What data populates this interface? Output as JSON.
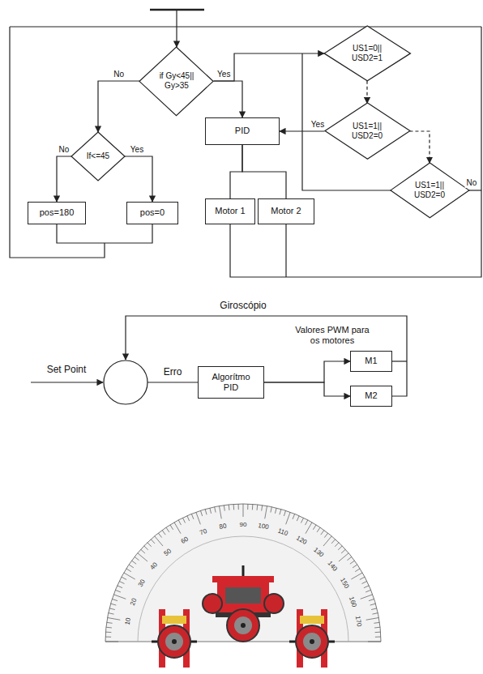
{
  "diagram": {
    "nodes": [
      {
        "text": [
          "if Gy<45|| Gy>35"
        ]
      },
      {
        "text": [
          "US1=0|| USD2=1"
        ]
      },
      {
        "text": [
          "If<=45"
        ]
      },
      {
        "text": [
          "PID"
        ]
      },
      {
        "text": [
          "US1=1|| USD2=0"
        ]
      },
      {
        "text": [
          "US1=1|| USD2=0"
        ]
      },
      {
        "text": [
          "pos=180"
        ]
      },
      {
        "text": [
          "pos=0"
        ]
      },
      {
        "text": [
          "Motor 1"
        ]
      },
      {
        "text": [
          "Motor 2"
        ]
      },
      {
        "text": [
          "Algorítmo PID"
        ]
      },
      {
        "text": [
          "M1"
        ]
      },
      {
        "text": [
          "M2"
        ]
      }
    ],
    "edges": [
      {
        "from": 0,
        "to": 2,
        "arrow": "to",
        "label": "No"
      },
      {
        "from": 0,
        "to": 3,
        "arrow": "to",
        "label": "Yes"
      },
      {
        "from": 0,
        "to": 1,
        "arrow": "to"
      },
      {
        "from": 2,
        "to": 6,
        "arrow": "to",
        "label": "No"
      },
      {
        "from": 2,
        "to": 7,
        "arrow": "to",
        "label": "Yes"
      },
      {
        "from": 1,
        "to": 4,
        "arrow": "to"
      },
      {
        "from": 4,
        "to": 5,
        "arrow": "to"
      },
      {
        "from": 4,
        "to": 3,
        "arrow": "to",
        "label": "Yes"
      },
      {
        "from": 3,
        "to": 8,
        "arrow": "none"
      },
      {
        "from": 3,
        "to": 9,
        "arrow": "none"
      },
      {
        "from": 10,
        "to": 11,
        "arrow": "to"
      },
      {
        "from": 10,
        "to": 12,
        "arrow": "to"
      }
    ],
    "labels": [
      "No",
      "Giroscópio",
      "Set Point",
      "Erro",
      "Valores PWM para os motores",
      "10",
      "20",
      "30",
      "40",
      "50",
      "60",
      "70",
      "80",
      "90",
      "100",
      "110",
      "120",
      "130",
      "140",
      "150",
      "160",
      "170"
    ]
  }
}
